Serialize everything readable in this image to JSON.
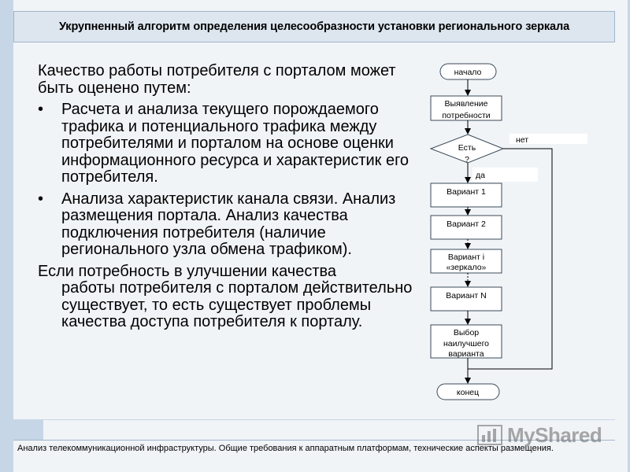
{
  "title": "Укрупненный алгоритм определения целесообразности установки регионального зеркала",
  "text": {
    "intro": "Качество работы потребителя с порталом может быть оценено путем:",
    "bullets": [
      "Расчета и анализа текущего порождаемого трафика и потенциального трафика между потребителями и порталом на основе оценки информационного ресурса и характеристик его потребителя.",
      "Анализа характеристик канала связи. Анализ размещения портала. Анализ качества подключения потребителя (наличие регионального узла обмена трафиком)."
    ],
    "conclusion_line1": "Если потребность в улучшении качества",
    "conclusion_rest": "работы потребителя с порталом действительно существует, то есть существует проблемы качества доступа потребителя к порталу."
  },
  "flowchart": {
    "start": "начало",
    "need_line1": "Выявление",
    "need_line2": "потребности",
    "decision_line1": "Есть",
    "decision_line2": "?",
    "no_label": "нет",
    "yes_label": "да",
    "variant1": "Вариант 1",
    "variant2": "Вариант 2",
    "variant_i_line1": "Вариант i",
    "variant_i_line2": "«зеркало»",
    "variant_n": "Вариант N",
    "choice_line1": "Выбор",
    "choice_line2": "наилучшего",
    "choice_line3": "варианта",
    "end": "конец"
  },
  "footer": "Анализ телекоммуникационной инфраструктуры. Общие требования к аппаратным платформам, технические аспекты размещения.",
  "watermark": "MyShared",
  "colors": {
    "background": "#f1f4f7",
    "accent": "#c6d6e7",
    "title_bg": "#dde6ef",
    "border": "#9fb5cc"
  }
}
